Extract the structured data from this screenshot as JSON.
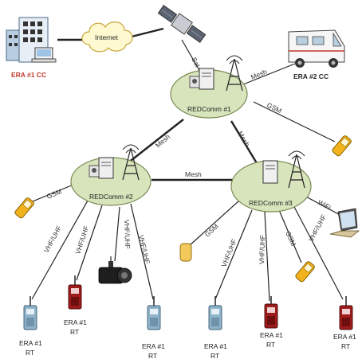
{
  "nodes": {
    "internet": "Internet",
    "redcomm1": "REDComm #1",
    "redcomm2": "REDComm #2",
    "redcomm3": "REDComm #3",
    "era1_cc": "ERA #1 CC",
    "era2_cc": "ERA #2 CC",
    "rt_line1": "ERA #1",
    "rt_line2": "RT"
  },
  "links": {
    "sat": "Sat",
    "mesh": "Mesh",
    "gsm": "GSM",
    "wifi": "WiFi",
    "vhf_uhf": "VHF/UHF"
  },
  "icon_names": [
    "office-building-icon",
    "internet-cloud-icon",
    "satellite-icon",
    "ambulance-van-icon",
    "server-tower-icon",
    "antenna-tower-icon",
    "mobile-phone-icon",
    "laptop-icon",
    "radio-handset-icon",
    "camera-icon",
    "sensor-icon"
  ],
  "colors": {
    "node_fill": "#d8e4bc",
    "node_stroke": "#7a8a55",
    "cc_accent": "#c0392b",
    "cloud_fill": "#fef9d0",
    "phone_fill": "#f2b21c",
    "radio_blue": "#8fb3c9",
    "radio_red": "#9e1b1b"
  }
}
